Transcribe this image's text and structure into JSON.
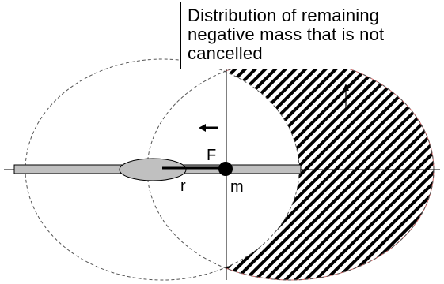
{
  "caption": {
    "lines": [
      "Distribution of remaining",
      "negative mass that is not",
      "cancelled"
    ]
  },
  "labels": {
    "force": "F",
    "radius": "r",
    "mass": "m"
  },
  "icons": {
    "force_direction": "left-arrow-icon",
    "motion_direction": "up-arrow-icon"
  },
  "colors": {
    "rod": "#c0c0c0",
    "lens": "#c0c0c0",
    "hatch": "#000000",
    "hatch_region_outline": "#cc6666",
    "dashed_circles": "#555555",
    "mass": "#000000"
  }
}
